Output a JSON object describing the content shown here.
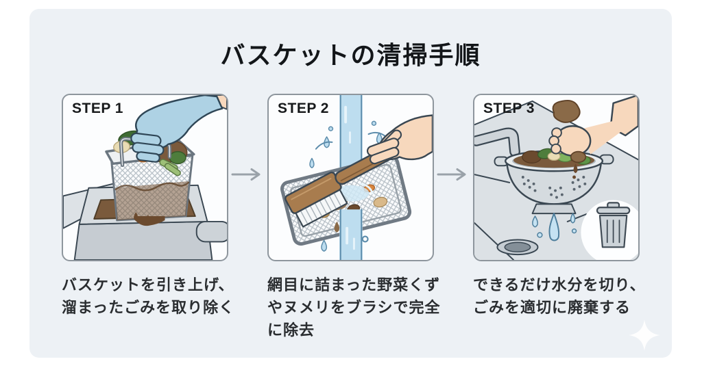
{
  "title": "バスケットの清掃手順",
  "steps": [
    {
      "label": "STEP 1",
      "caption": "バスケットを引き上げ、\n溜まったごみを取り除く",
      "illustration": "lift-basket-remove-debris"
    },
    {
      "label": "STEP 2",
      "caption": "網目に詰まった野菜くず\nやヌメリをブラシで完全\nに除去",
      "illustration": "brush-mesh-under-running-water"
    },
    {
      "label": "STEP 3",
      "caption": "できるだけ水分を切り、\nごみを適切に廃棄する",
      "illustration": "drain-water-dispose-trash"
    }
  ],
  "icons": {
    "step_connector": "right-arrow",
    "step3_badge": "trash-can",
    "watermark": "sparkle"
  },
  "colors": {
    "card_bg": "#edf1f5",
    "panel_bg": "#fcfdfe",
    "panel_border": "#8e969d",
    "title_text": "#131619",
    "caption_text": "#2a2d30",
    "arrow": "#9aa2a9",
    "outline": "#3a4752",
    "water_blue": "#bdddef",
    "glove_blue": "#aed2e4",
    "skin": "#f7d8bd",
    "debris_brown": "#7a5a3c",
    "leaf_green": "#5d9448",
    "wood_brown": "#a87c4e",
    "metal_gray": "#ccd3d8"
  }
}
